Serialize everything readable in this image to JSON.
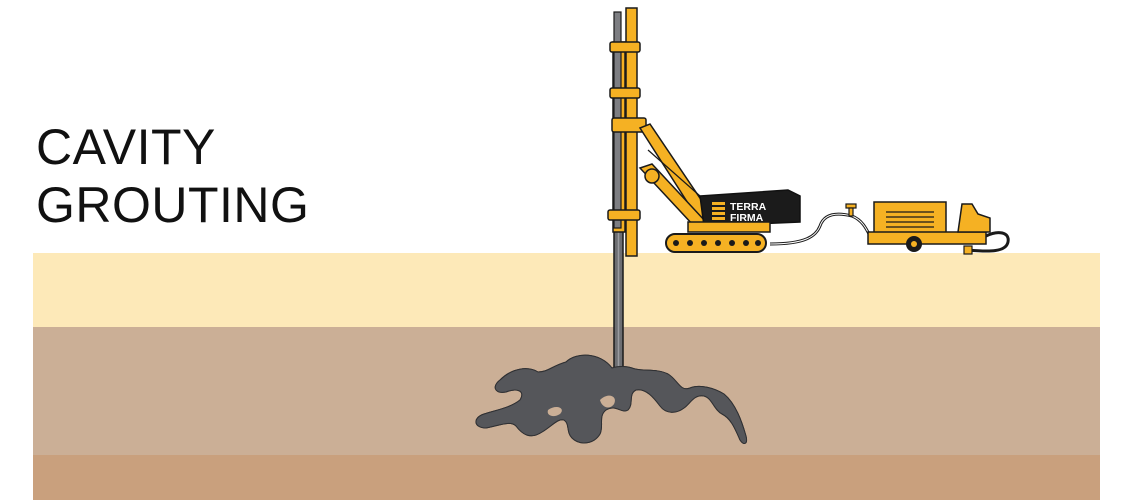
{
  "title": {
    "line1": "CAVITY",
    "line2": "GROUTING"
  },
  "logo": {
    "line1": "TERRA",
    "line2": "FIRMA"
  },
  "colors": {
    "topsoil": "#fde9b8",
    "clay": "#cbaf96",
    "bedrock": "#c9a07d",
    "rig_yellow": "#f5b123",
    "grout": "#55565a",
    "outline": "#1a1a1a",
    "cab": "#1b1b1b"
  },
  "layers": [
    "topsoil",
    "clay",
    "bedrock"
  ],
  "icons": [
    "drill-rig-icon",
    "grout-pump-icon",
    "grout-bulb-icon",
    "terra-firma-logo-icon"
  ]
}
